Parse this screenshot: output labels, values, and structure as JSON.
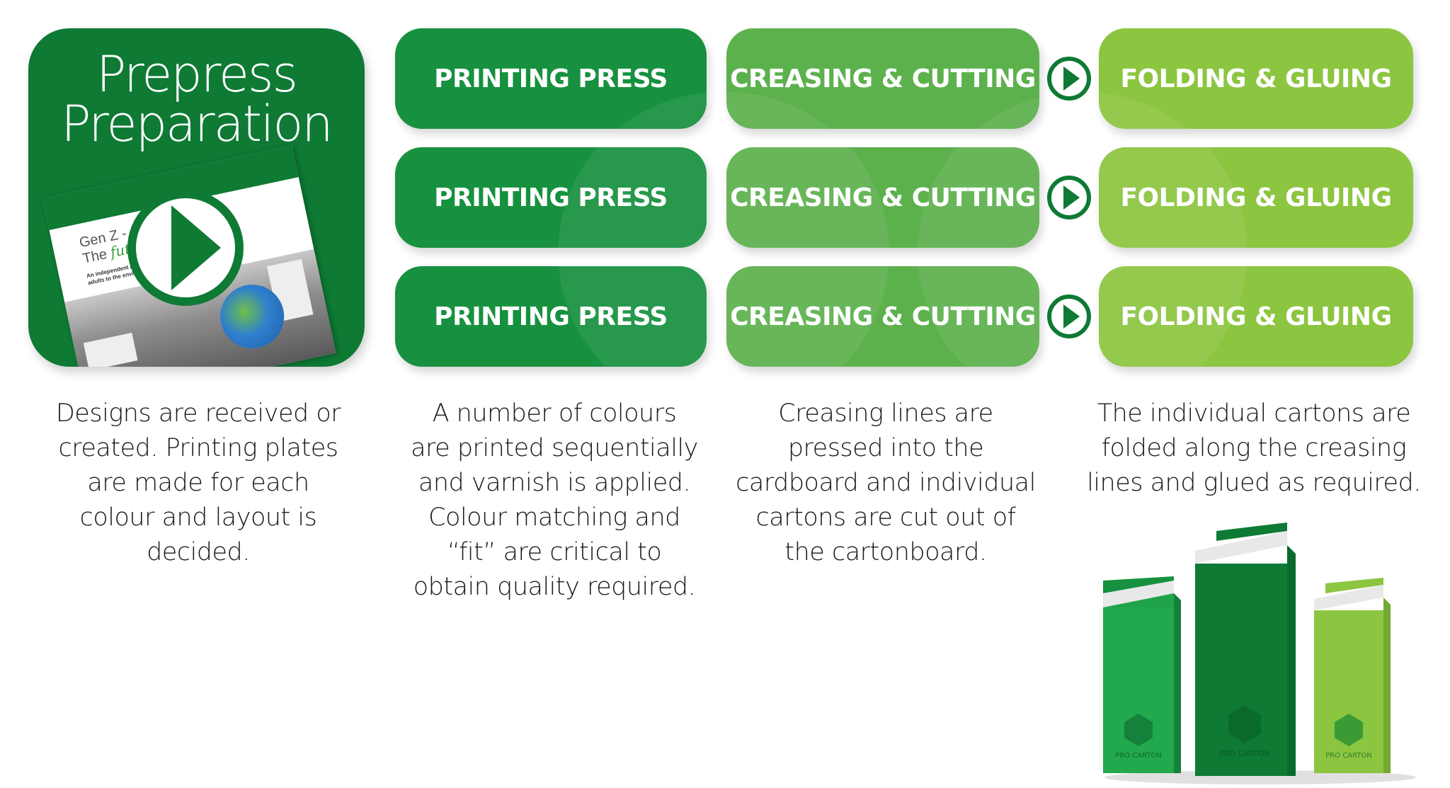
{
  "prepress": {
    "title_line1": "Prepress",
    "title_line2": "Preparation",
    "document_title_line1": "Gen Z -",
    "document_title_the": "The ",
    "document_title_future": "future",
    "document_subtitle": "An independent assessment... young adults to the environment",
    "description": "Designs are received or created. Printing plates are made for each colour and layout is decided."
  },
  "steps": {
    "printing_label": "PRINTING PRESS",
    "creasing_label": "CREASING & CUTTING",
    "folding_label": "FOLDING & GLUING"
  },
  "descriptions": {
    "printing": "A number of colours are printed sequentially and varnish is applied. Colour matching and “fit” are critical to obtain quality required.",
    "creasing": "Creasing lines are pressed into the cardboard and individual cartons are cut out of the cartonboard.",
    "folding": "The individual cartons are folded along the creasing lines and glued as required."
  },
  "carton_brand": "PRO CARTON",
  "colors": {
    "dark_green": "#0e7a34",
    "printing_green": "#17913f",
    "creasing_green": "#5db14d",
    "folding_green": "#8cc540"
  }
}
